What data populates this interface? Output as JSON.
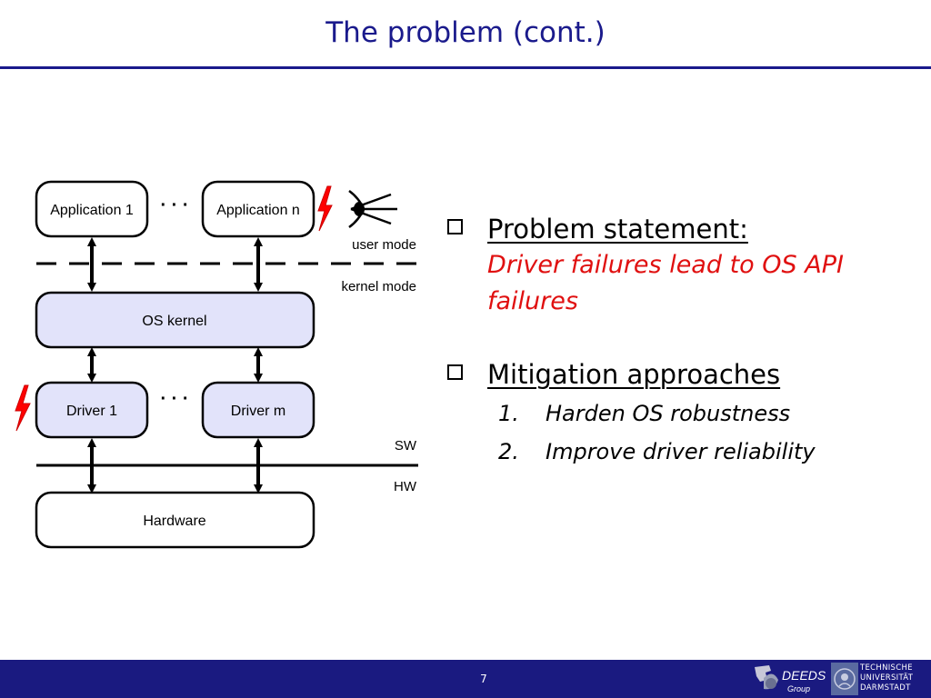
{
  "slide": {
    "title": "The problem (cont.)",
    "page_number": "7"
  },
  "diagram": {
    "app1": "Application 1",
    "appn": "Application n",
    "dots_apps": "· · ·",
    "kernel": "OS kernel",
    "driver1": "Driver 1",
    "driverm": "Driver m",
    "dots_drivers": "· · ·",
    "hardware": "Hardware",
    "user_mode": "user mode",
    "kernel_mode": "kernel mode",
    "sw": "SW",
    "hw": "HW",
    "colors": {
      "kernel_fill": "#e2e3fa",
      "lightning": "#ff0000"
    }
  },
  "bullets": {
    "problem_heading": "Problem statement:",
    "problem_text": "Driver failures lead to OS API failures",
    "mitigation_heading": "Mitigation approaches",
    "approaches": [
      {
        "num": "1.",
        "text": "Harden OS robustness"
      },
      {
        "num": "2.",
        "text": "Improve driver reliability"
      }
    ]
  },
  "footer": {
    "deeds_name": "DEEDS",
    "deeds_group": "Group",
    "tu_line1": "TECHNISCHE",
    "tu_line2": "UNIVERSITÄT",
    "tu_line3": "DARMSTADT",
    "bar_color": "#1a1a80"
  }
}
